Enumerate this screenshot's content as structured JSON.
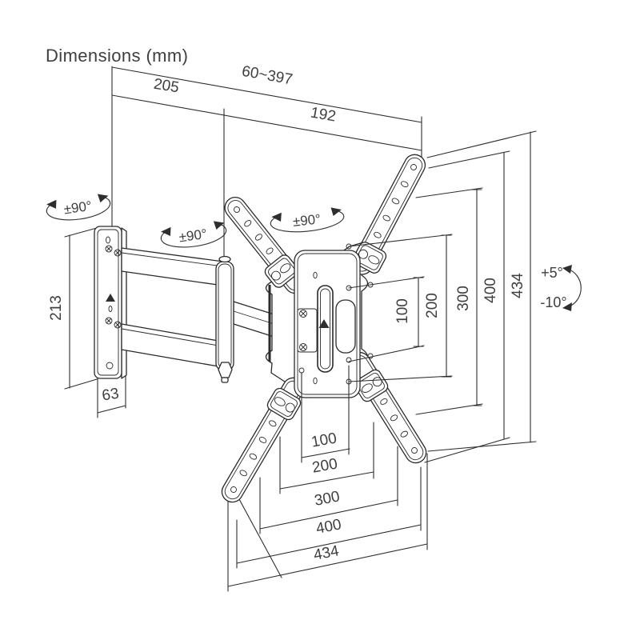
{
  "title": "Dimensions (mm)",
  "colors": {
    "line": "#2e2e2e",
    "text": "#3f3f3f",
    "background": "#ffffff"
  },
  "dimensions": {
    "arm_extension_range": "60~397",
    "arm_segment_1": "205",
    "arm_segment_2": "192",
    "wall_plate_height": "213",
    "wall_plate_depth": "63",
    "vesa_widths": [
      "100",
      "200",
      "300",
      "400",
      "434"
    ],
    "vesa_heights": [
      "100",
      "200",
      "300",
      "400",
      "434"
    ],
    "swivel_labels": [
      "±90°",
      "±90°",
      "±90°"
    ],
    "tilt_up": "+5°",
    "tilt_down": "-10°"
  }
}
